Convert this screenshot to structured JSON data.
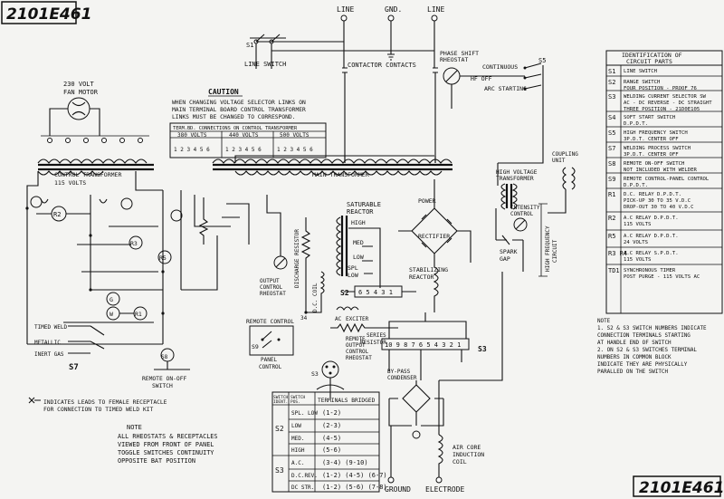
{
  "drawing_number": "2101E461",
  "power_labels": {
    "line1": "LINE",
    "gnd": "GND.",
    "line2": "LINE"
  },
  "line_switch": "LINE SWITCH",
  "fan_motor": [
    "230 VOLT",
    "FAN MOTOR"
  ],
  "contactor_contacts": "CONTACTOR CONTACTS",
  "phase_shift": [
    "PHASE SHIFT",
    "RHEOSTAT"
  ],
  "hf_labels": {
    "continuous": "CONTINUOUS",
    "hf_off": "HF OFF",
    "arc_starting": "ARC STARTING"
  },
  "caution": {
    "title": "CAUTION",
    "lines": [
      "WHEN CHANGING VOLTAGE SELECTOR LINKS ON",
      "MAIN TERMINAL BOARD CONTROL TRANSFORMER",
      "LINKS MUST BE CHANGED TO CORRESPOND."
    ],
    "table_header": "TERM.BD. CONNECTIONS ON CONTROL TRANSFORMER",
    "voltages": [
      "380 VOLTS",
      "440 VOLTS",
      "500 VOLTS"
    ]
  },
  "transformers": {
    "control": "CONTROL TRANSFORMER",
    "control_v": "115 VOLTS",
    "main": "MAIN TRANSFORMER",
    "hv": [
      "HIGH VOLTAGE",
      "TRANSFORMER"
    ]
  },
  "reactor": {
    "saturable": [
      "SATURABLE",
      "REACTOR"
    ],
    "taps": [
      "HIGH",
      "MED",
      "LOW",
      "SPL",
      "LOW"
    ],
    "power_rectifier": [
      "POWER",
      "RECTIFIER"
    ],
    "stabilizing": [
      "STABILIZING",
      "REACTOR"
    ],
    "discharge": "DISCHARGE RESISTOR",
    "dc_coil": "D.C. COIL",
    "ac_coil": [
      "AC",
      "EXCITER"
    ],
    "series_resistor": [
      "SERIES",
      "RESISTOR"
    ],
    "output_rheostat": [
      "REMOTE",
      "OUTPUT",
      "CONTROL",
      "RHEOSTAT"
    ],
    "output_control_remote": [
      "OUTPUT",
      "CONTROL",
      "RHEOSTAT"
    ],
    "bypass": [
      "BY-PASS",
      "CONDENSER"
    ],
    "air_core": [
      "AIR CORE",
      "INDUCTION",
      "COIL"
    ],
    "intensity": [
      "INTENSITY",
      "CONTROL"
    ],
    "spark_gap": [
      "SPARK",
      "GAP"
    ],
    "hf_circuit": [
      "HIGH FREQUENCY",
      "CIRCUIT"
    ],
    "coupling": [
      "COUPLING",
      "UNIT"
    ]
  },
  "remote": {
    "remote_control": "REMOTE CONTROL",
    "panel_control": [
      "PANEL",
      "CONTROL"
    ],
    "remote_onoff": [
      "REMOTE ON-OFF",
      "SWITCH"
    ],
    "timed_weld": "TIMED WELD",
    "metallic": "METALLIC",
    "inert_gas": "INERT GAS",
    "s7": "S7",
    "s3": "S3",
    "s2": "S2"
  },
  "identification": {
    "title": [
      "IDENTIFICATION OF",
      "CIRCUIT PARTS"
    ],
    "rows": [
      {
        "code": "S1",
        "desc": [
          "LINE SWITCH"
        ]
      },
      {
        "code": "S2",
        "desc": [
          "RANGE SWITCH",
          "FOUR POSITION - PROOF 76"
        ]
      },
      {
        "code": "S3",
        "desc": [
          "WELDING CURRENT SELECTOR SW",
          "AC - DC REVERSE - DC STRAIGHT",
          "THREE POSITION - 21D0E105"
        ]
      },
      {
        "code": "S4",
        "desc": [
          "SOFT START SWITCH",
          "D.P.D.T."
        ]
      },
      {
        "code": "S5",
        "desc": [
          "HIGH FREQUENCY SWITCH",
          "3P.D.T. CENTER OFF"
        ]
      },
      {
        "code": "S7",
        "desc": [
          "WELDING PROCESS SWITCH",
          "3P.D.T. CENTER OFF"
        ]
      },
      {
        "code": "S8",
        "desc": [
          "REMOTE ON-OFF SWITCH",
          "NOT INCLUDED WITH WELDER"
        ]
      },
      {
        "code": "S9",
        "desc": [
          "REMOTE CONTROL-PANEL CONTROL",
          "D.P.D.T."
        ]
      },
      {
        "code": "R1",
        "desc": [
          "D.C. RELAY D.P.D.T.",
          "PICK-UP 30 TO 35 V.D.C",
          "DROP-OUT 30 TO 40 V.D.C"
        ]
      },
      {
        "code": "R2",
        "desc": [
          "A.C RELAY D.P.D.T.",
          "115 VOLTS"
        ]
      },
      {
        "code": "R5",
        "desc": [
          "A.C RELAY D.P.D.T.",
          "24 VOLTS"
        ]
      },
      {
        "code": "R3 R4",
        "desc": [
          "A.C RELAY S.P.D.T.",
          "115 VOLTS"
        ]
      },
      {
        "code": "TD1",
        "desc": [
          "SYNCHRONOUS TIMER",
          "POST PURGE - 115 VOLTS AC"
        ]
      }
    ]
  },
  "note_right": [
    "NOTE",
    "1. S2 & S3 SWITCH NUMBERS INDICATE",
    "CONNECTION TERMINALS STARTING",
    "AT HANDLE END OF SWITCH",
    "2. ON S2 & S3 SWITCHES TERMINAL",
    "NUMBERS IN COMMON BLOCK",
    "INDICATE THEY ARE PHYSICALLY",
    "PARALLED ON THE SWITCH"
  ],
  "legend_note": [
    "INDICATES LEADS TO FEMALE RECEPTACLE",
    "FOR CONNECTION TO TIMED WELD KIT"
  ],
  "bottom_note": [
    "NOTE",
    "ALL RHEOSTATS & RECEPTACLES",
    "VIEWED FROM FRONT OF PANEL",
    "TOGGLE SWITCHES CONTINUITY",
    "OPPOSITE BAT POSITION"
  ],
  "switch_table": {
    "headers": [
      "SWITCH IDENT.",
      "SWITCH POS.",
      "TERMINALS BRIDGED"
    ],
    "rows": [
      {
        "ident": "S2",
        "pos": "SPL. LOW",
        "terms": "(1-2)"
      },
      {
        "ident": "",
        "pos": "LOW",
        "terms": "(2-3)"
      },
      {
        "ident": "",
        "pos": "MED.",
        "terms": "(4-5)"
      },
      {
        "ident": "",
        "pos": "HIGH",
        "terms": "(5-6)"
      },
      {
        "ident": "S3",
        "pos": "A.C.",
        "terms": "(3-4) (9-10)"
      },
      {
        "ident": "",
        "pos": "D.C.REV.",
        "terms": "(1-2) (4-5) (6-7)"
      },
      {
        "ident": "",
        "pos": "DC STR.",
        "terms": "(1-2) (5-6) (7-8)"
      }
    ]
  },
  "bottom_labels": {
    "ground": "GROUND",
    "electrode": "ELECTRODE"
  }
}
